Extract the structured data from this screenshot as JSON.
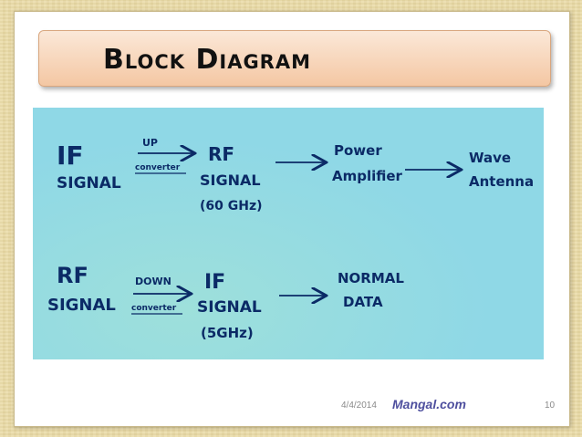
{
  "slide": {
    "title": "Block Diagram",
    "footer": {
      "date": "4/4/2014",
      "brand": "Mangal.com",
      "page": "10"
    }
  },
  "diagram": {
    "row1": {
      "if_line1": "IF",
      "if_line2": "SIGNAL",
      "arrow1_top": "UP",
      "arrow1_bottom": "converter",
      "rf_line1": "RF",
      "rf_line2": "SIGNAL",
      "rf_line3": "(60 GHz)",
      "pa_line1": "Power",
      "pa_line2": "Amplifier",
      "ant_line1": "Wave",
      "ant_line2": "Antenna"
    },
    "row2": {
      "rf_line1": "RF",
      "rf_line2": "SIGNAL",
      "arrow1_top": "DOWN",
      "arrow1_bottom": "converter",
      "if_line1": "IF",
      "if_line2": "SIGNAL",
      "if_line3": "(5GHz)",
      "out_line1": "NORMAL",
      "out_line2": "DATA"
    }
  },
  "colors": {
    "ink": "#0b2a66",
    "board": "#8fd8e6",
    "title_bar": "#f4c7a3"
  }
}
